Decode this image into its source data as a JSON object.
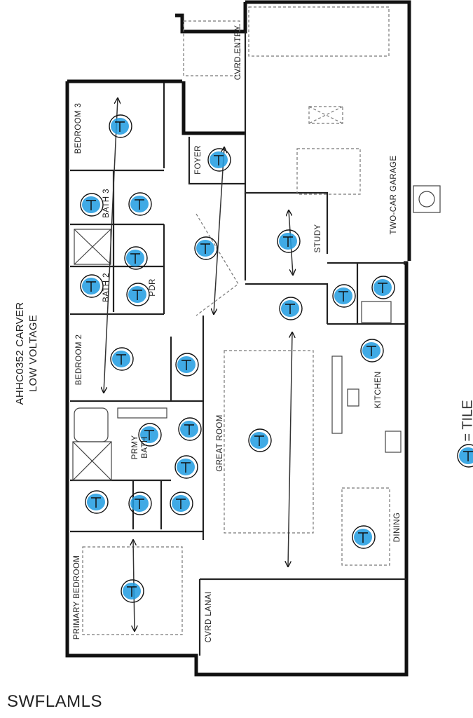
{
  "plan": {
    "code": "AHHC0352 CARVER",
    "subtitle": "LOW VOLTAGE",
    "legend_text": "= TILE",
    "watermark": "SWFLAMLS",
    "rooms": {
      "cvrd_entry": "CVRD ENTRY",
      "two_car_garage": "TWO-CAR GARAGE",
      "bedroom3": "BEDROOM 3",
      "foyer": "FOYER",
      "bath3": "BATH 3",
      "study": "STUDY",
      "bath2": "BATH 2",
      "pdr": "PDR",
      "bedroom2": "BEDROOM 2",
      "kitchen": "KITCHEN",
      "great_room": "GREAT ROOM",
      "prmy_bath": "PRMY BATH",
      "dining": "DINING",
      "primary_bedroom": "PRIMARY BEDROOM",
      "cvrd_lanai": "CVRD LANAI"
    },
    "colors": {
      "marker": "#1e9be0",
      "wall": "#111111",
      "line": "#555555"
    },
    "marker_icon": "tile-marker-icon"
  }
}
